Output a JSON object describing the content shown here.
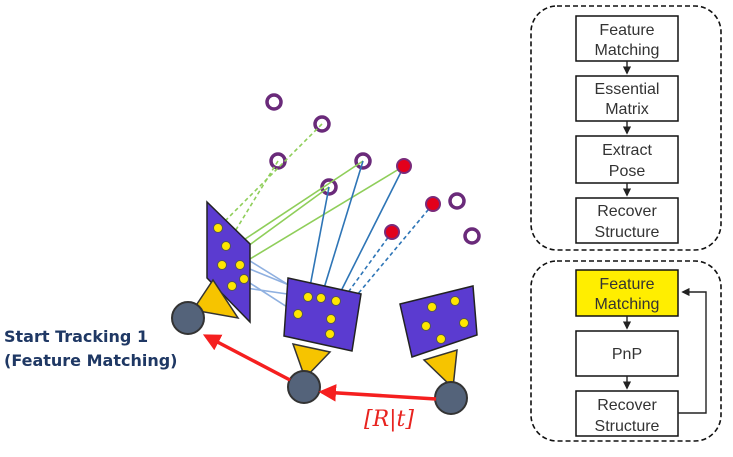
{
  "caption": {
    "line1": "Start Tracking 1",
    "line2": "(Feature Matching)"
  },
  "transform_label": "[R|t]",
  "pipeline_init": {
    "steps": [
      {
        "line1": "Feature",
        "line2": "Matching"
      },
      {
        "line1": "Essential",
        "line2": "Matrix"
      },
      {
        "line1": "Extract",
        "line2": "Pose"
      },
      {
        "line1": "Recover",
        "line2": "Structure"
      }
    ]
  },
  "pipeline_tracking": {
    "steps": [
      {
        "line1": "Feature",
        "line2": "Matching",
        "highlighted": true
      },
      {
        "line1": "PnP",
        "line2": ""
      },
      {
        "line1": "Recover",
        "line2": "Structure"
      }
    ]
  },
  "colors": {
    "image_plane": "#5b3bd0",
    "feature_point": "#ffe600",
    "landmark_ring": "#6a2a7a",
    "triangulated_point": "#e3001b",
    "camera_lens": "#f6c400",
    "camera_body": "#54637a",
    "motion_arrow": "#f51f1f",
    "highlight": "#ffee00",
    "match_green": "#8fce5a",
    "match_blue": "#2e75b6",
    "match_lightblue": "#8fb0e0"
  }
}
